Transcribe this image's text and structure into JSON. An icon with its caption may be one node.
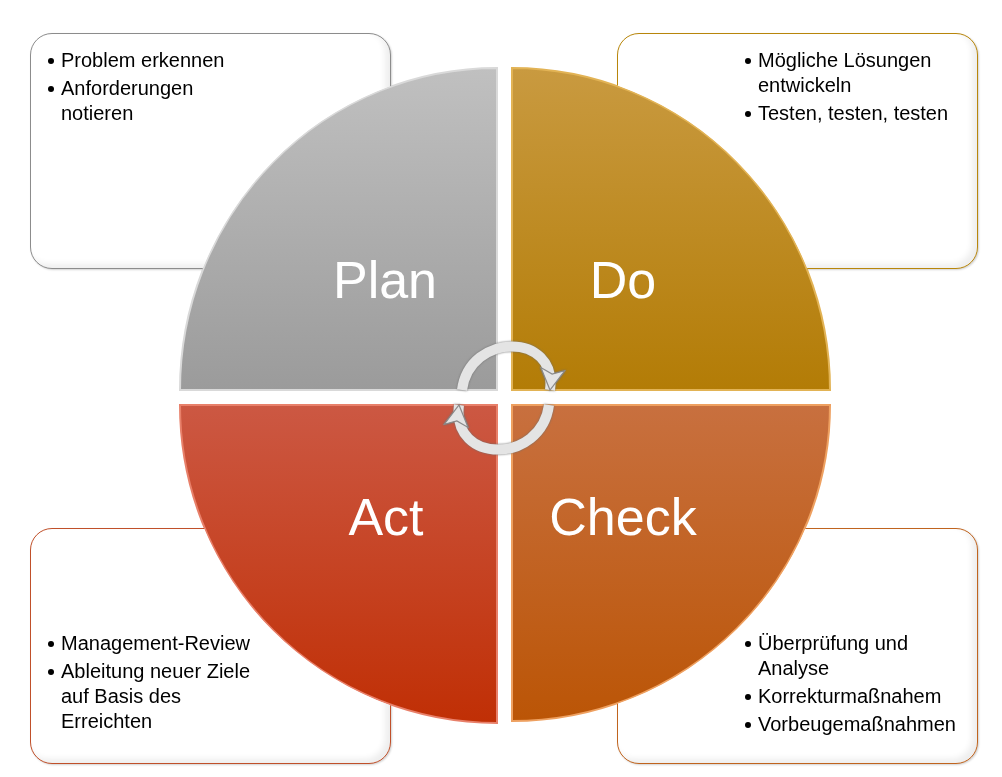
{
  "diagram": {
    "nodes": [
      {
        "text": [
          "Problem erkennen",
          "Anforderungen notieren"
        ]
      },
      {
        "text": [
          "Mögliche Lösungen entwickeln",
          "Testen, testen, testen"
        ]
      },
      {
        "text": [
          "Plan"
        ]
      },
      {
        "text": [
          "Do"
        ]
      },
      {
        "text": [
          "Act"
        ]
      },
      {
        "text": [
          "Check"
        ]
      },
      {
        "text": [
          "Management-Review",
          "Ableitung neuer Ziele auf Basis des Erreichten"
        ]
      },
      {
        "text": [
          "Überprüfung und Analyse",
          "Korrekturmaßnahem",
          "Vorbeugemaßnahmen"
        ]
      }
    ],
    "edges": [
      {
        "from": 2,
        "to": 3,
        "arrow": "to"
      },
      {
        "from": 5,
        "to": 4,
        "arrow": "to"
      }
    ]
  }
}
